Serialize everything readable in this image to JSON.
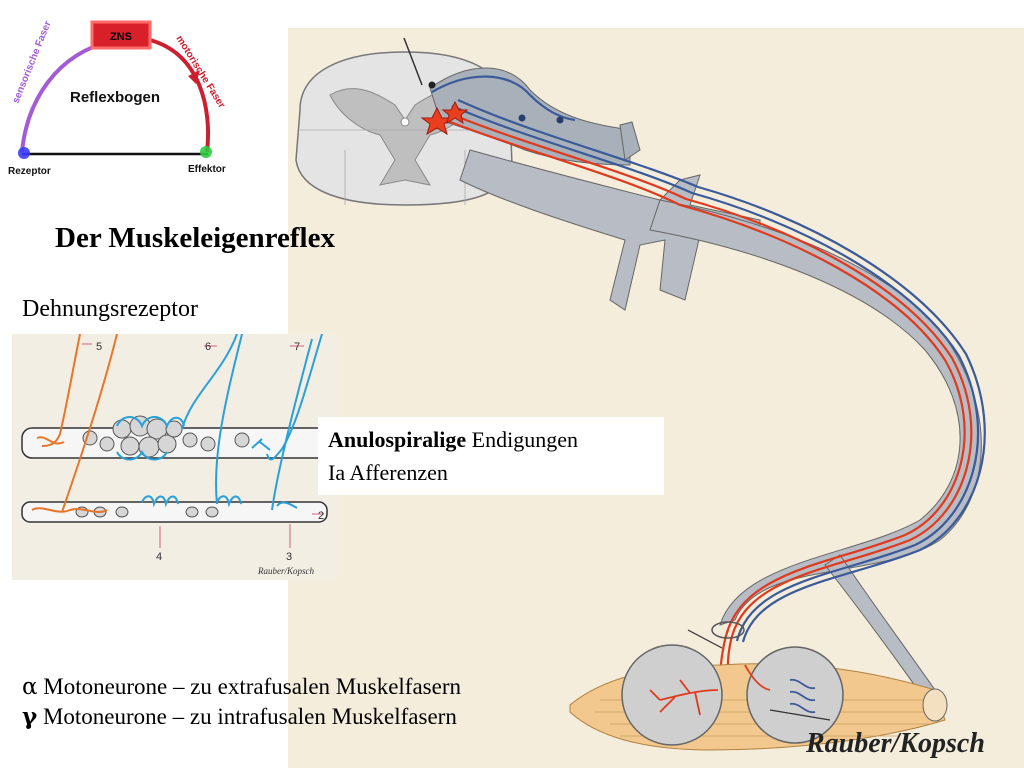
{
  "reflex_arc": {
    "title": "Reflexbogen",
    "center": "ZNS",
    "left_arc": "sensorische Faser",
    "right_arc": "motorische Faser",
    "start": "Rezeptor",
    "end": "Effektor",
    "colors": {
      "sensory": "#a25cd8",
      "motor": "#cc2030",
      "receptor": "#3b3bff",
      "effector": "#2ecc40",
      "zns": "#d8202a"
    }
  },
  "title": "Der Muskeleigenreflex",
  "receptor_heading": "Dehnungsrezeptor",
  "spindle": {
    "numbers": [
      "5",
      "6",
      "7",
      "2",
      "4",
      "3"
    ],
    "credit": "Rauber/Kopsch",
    "colors": {
      "afferent": "#2aa0d8",
      "efferent": "#e8762a"
    }
  },
  "ending_label": {
    "bold": "Anulospiralige",
    "rest": " Endigungen",
    "line2": "Ia Afferenzen"
  },
  "motoneurons": {
    "alpha_symbol": "α",
    "alpha_text": " Motoneurone – zu extrafusalen Muskelfasern",
    "gamma_symbol": "γ",
    "gamma_text": " Motoneurone – zu intrafusalen Muskelfasern"
  },
  "credit": "Rauber/Kopsch",
  "nerve_colors": {
    "red": "#e03a1e",
    "blue": "#3a5a9a",
    "nerve": "#b8bcc4",
    "muscle": "#f2c88e"
  }
}
